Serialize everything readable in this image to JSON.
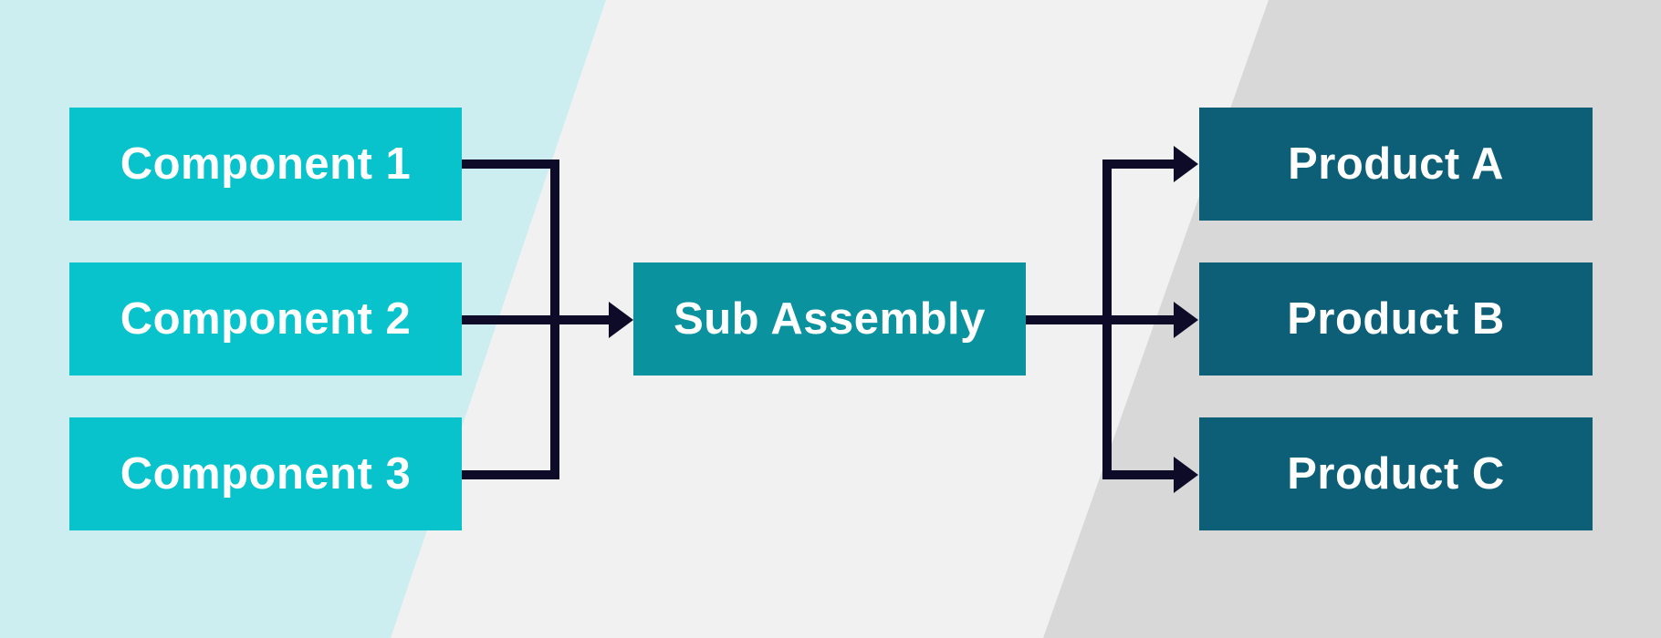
{
  "diagram": {
    "type": "flow",
    "direction": "left-to-right",
    "nodes": {
      "components": [
        {
          "label": "Component 1"
        },
        {
          "label": "Component 2"
        },
        {
          "label": "Component 3"
        }
      ],
      "subassembly": {
        "label": "Sub Assembly"
      },
      "products": [
        {
          "label": "Product A"
        },
        {
          "label": "Product B"
        },
        {
          "label": "Product C"
        }
      ]
    },
    "edges": [
      {
        "from": "Component 1",
        "to": "Sub Assembly"
      },
      {
        "from": "Component 2",
        "to": "Sub Assembly"
      },
      {
        "from": "Component 3",
        "to": "Sub Assembly"
      },
      {
        "from": "Sub Assembly",
        "to": "Product A"
      },
      {
        "from": "Sub Assembly",
        "to": "Product B"
      },
      {
        "from": "Sub Assembly",
        "to": "Product C"
      }
    ],
    "colors": {
      "component_fill": "#08c3cc",
      "subassembly_fill": "#0a929f",
      "product_fill": "#0d5f78",
      "connector": "#0e0b28",
      "label_text": "#ffffff",
      "band_left": "#cdeef0",
      "band_middle": "#f1f1f1",
      "band_right": "#d8d8d8"
    }
  }
}
